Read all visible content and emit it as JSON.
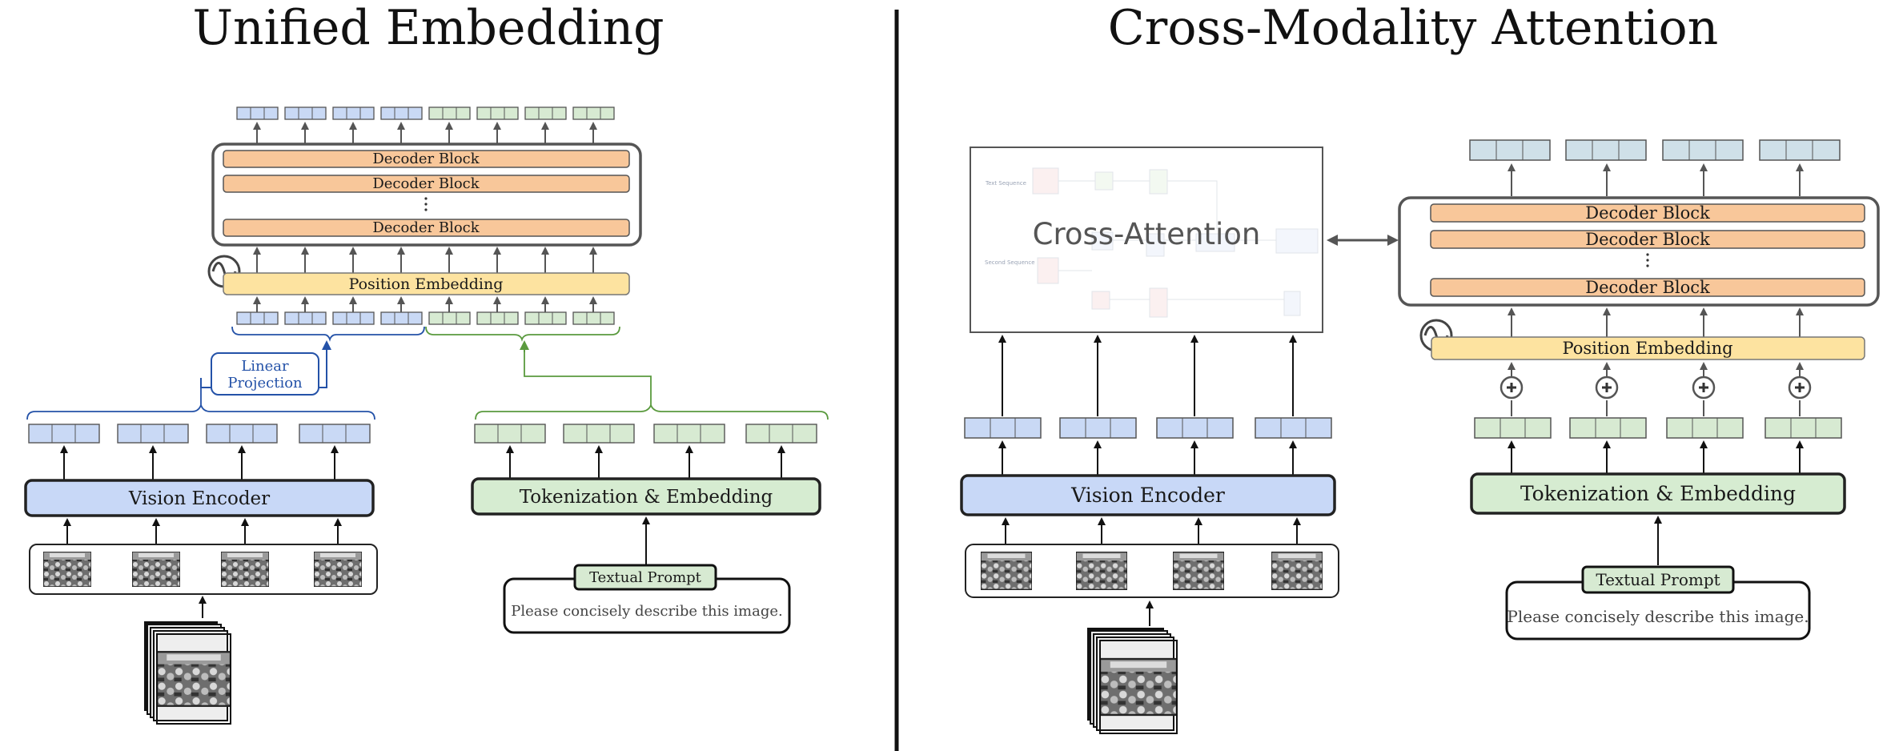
{
  "left": {
    "title": "Unified Embedding",
    "decoder_block": "Decoder Block",
    "position_embedding": "Position Embedding",
    "linear_projection_line1": "Linear",
    "linear_projection_line2": "Projection",
    "vision_encoder": "Vision Encoder",
    "tokenization": "Tokenization & Embedding",
    "textual_prompt": "Textual Prompt",
    "prompt_text": "Please concisely describe this image."
  },
  "right": {
    "title": "Cross-Modality Attention",
    "cross_attention": "Cross-Attention",
    "decoder_block": "Decoder Block",
    "position_embedding": "Position Embedding",
    "vision_encoder": "Vision Encoder",
    "tokenization": "Tokenization & Embedding",
    "textual_prompt": "Textual Prompt",
    "prompt_text": "Please concisely describe this image."
  },
  "colors": {
    "blue_token": "#c9d9f5",
    "green_token": "#d7ead2",
    "teal_token": "#cfe0e8",
    "decoder": "#f8c79a",
    "position": "#fde3a0",
    "encoder_blue": "#c8d8f7",
    "encoder_green": "#d6ecd1",
    "proj_blue": "#2452a8",
    "green_line": "#5a9a3e"
  },
  "icons": {
    "sine": "sine-wave-icon",
    "plus": "plus-circle-icon",
    "image": "image-thumbnail-icon"
  }
}
